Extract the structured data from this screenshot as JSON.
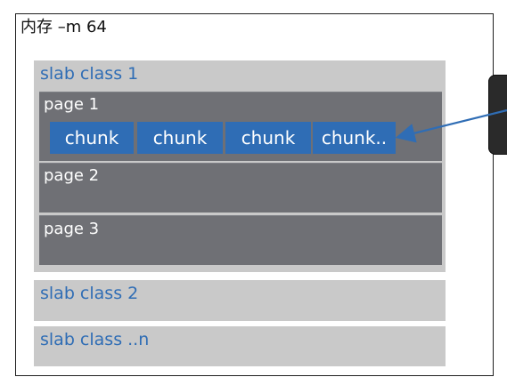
{
  "memory": {
    "title": "内存 –m 64"
  },
  "slabs": [
    {
      "label": "slab class 1",
      "pages": [
        {
          "label": "page 1",
          "chunks": [
            "chunk",
            "chunk",
            "chunk",
            "chunk.."
          ]
        },
        {
          "label": "page 2"
        },
        {
          "label": "page 3"
        }
      ]
    },
    {
      "label": "slab class 2"
    },
    {
      "label": "slab class ..n"
    }
  ],
  "colors": {
    "frame_border": "#1f1f1f",
    "slab_fill": "#c9c9c9",
    "slab_text": "#2f6db5",
    "page_fill": "#6f7075",
    "chunk_fill": "#2f6db5",
    "chunk_text": "#ffffff",
    "side_tab_fill": "#2a2a2a",
    "arrow": "#2f6db5"
  },
  "icons": {
    "arrow": "arrow-left-icon"
  }
}
